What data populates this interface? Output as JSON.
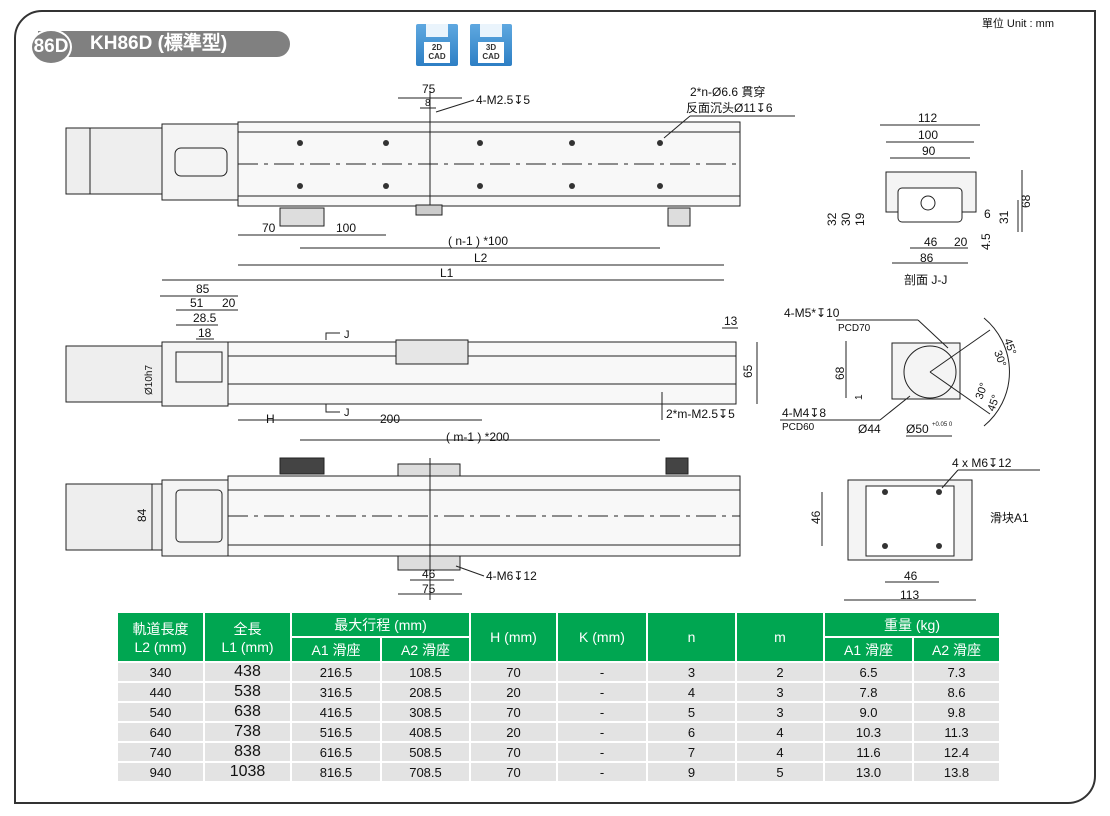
{
  "header": {
    "unit": "單位 Unit : mm",
    "badge": "86D",
    "title": "KH86D (標準型)",
    "cad_2d": [
      "2D",
      "CAD"
    ],
    "cad_3d": [
      "3D",
      "CAD"
    ]
  },
  "top_view": {
    "d75": "75",
    "d8": "8",
    "tap": "4-M2.5↧5",
    "holes1": "2*n-Ø6.6 貫穿",
    "holes2": "反面沉头Ø11↧6",
    "d70": "70",
    "d100": "100",
    "pitch": "( n-1 ) *100",
    "l2": "L2",
    "l1": "L1"
  },
  "side_view": {
    "d85": "85",
    "d51": "51",
    "d20": "20",
    "d28": "28.5",
    "d18": "18",
    "shaft": "Ø10h7",
    "d13": "13",
    "d65": "65",
    "sec1": "J",
    "sec2": "J",
    "h": "H",
    "d200": "200",
    "pitch": "( m-1 ) *200",
    "tap": "2*m-M2.5↧5"
  },
  "bottom_view": {
    "d84": "84",
    "d46": "46",
    "d75": "75",
    "tap": "4-M6↧12"
  },
  "section": {
    "d112": "112",
    "d100": "100",
    "d90": "90",
    "d68": "68",
    "d32": "32",
    "d30": "30",
    "d19": "19",
    "d6": "6",
    "d31": "31",
    "d46": "46",
    "d20": "20",
    "d45": "4.5",
    "d86": "86",
    "caption": "剖面 J-J"
  },
  "flange": {
    "tap1": "4-M5*↧10",
    "pcd1": "PCD70",
    "tap2": "4-M4↧8",
    "pcd2": "PCD60",
    "d68": "68",
    "d1": "1",
    "d44": "Ø44",
    "d50": "Ø50",
    "tol": "+0.05 0",
    "a45a": "45°",
    "a30a": "30°",
    "a30b": "30°",
    "a45b": "45°"
  },
  "slider": {
    "tap": "4 x  M6↧12",
    "d46v": "46",
    "d46h": "46",
    "d113": "113",
    "name": "滑块A1"
  },
  "table": {
    "h_l2": [
      "軌道長度",
      "L2 (mm)"
    ],
    "h_l1": [
      "全長",
      "L1 (mm)"
    ],
    "h_stroke": "最大行程 (mm)",
    "h_a1": "A1 滑座",
    "h_a2": "A2 滑座",
    "h_h": "H (mm)",
    "h_k": "K (mm)",
    "h_n": "n",
    "h_m": "m",
    "h_w": "重量 (kg)",
    "h_wa1": "A1 滑座",
    "h_wa2": "A2 滑座",
    "rows": [
      [
        "340",
        "438",
        "216.5",
        "108.5",
        "70",
        "-",
        "3",
        "2",
        "6.5",
        "7.3"
      ],
      [
        "440",
        "538",
        "316.5",
        "208.5",
        "20",
        "-",
        "4",
        "3",
        "7.8",
        "8.6"
      ],
      [
        "540",
        "638",
        "416.5",
        "308.5",
        "70",
        "-",
        "5",
        "3",
        "9.0",
        "9.8"
      ],
      [
        "640",
        "738",
        "516.5",
        "408.5",
        "20",
        "-",
        "6",
        "4",
        "10.3",
        "11.3"
      ],
      [
        "740",
        "838",
        "616.5",
        "508.5",
        "70",
        "-",
        "7",
        "4",
        "11.6",
        "12.4"
      ],
      [
        "940",
        "1038",
        "816.5",
        "708.5",
        "70",
        "-",
        "9",
        "5",
        "13.0",
        "13.8"
      ]
    ]
  },
  "colors": {
    "green": "#00a651",
    "gray": "#808080"
  }
}
